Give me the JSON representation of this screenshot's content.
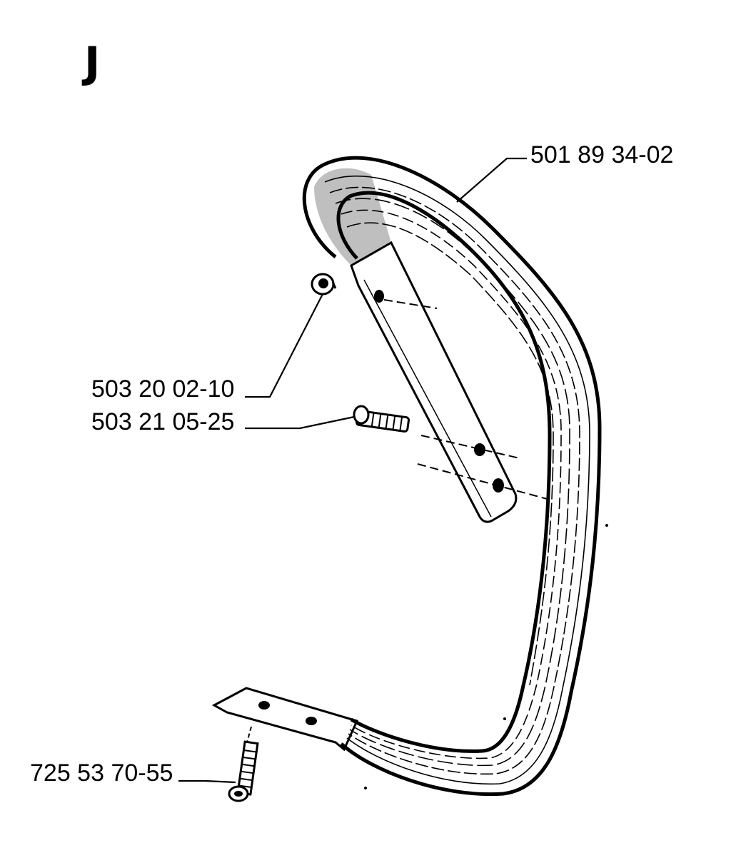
{
  "section_letter": "J",
  "parts": [
    {
      "number": "501 89 34-02",
      "icon": "front-handle-icon"
    },
    {
      "number": "503 20 02-10",
      "icon": "nut-icon"
    },
    {
      "number": "503 21 05-25",
      "icon": "bolt-icon"
    },
    {
      "number": "725 53 70-55",
      "icon": "screw-icon"
    }
  ]
}
